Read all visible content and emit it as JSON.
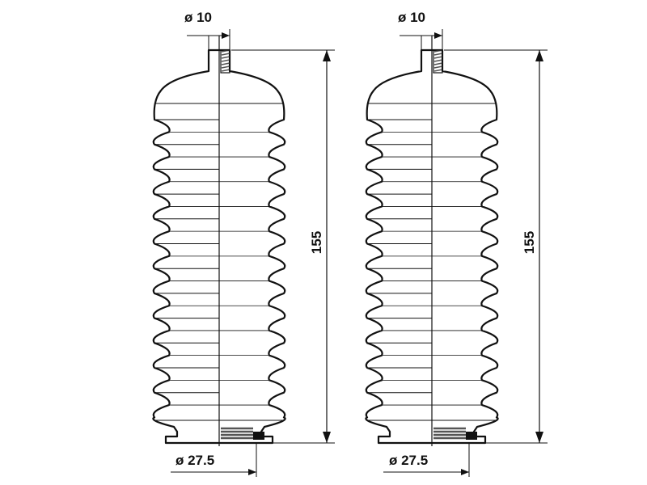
{
  "drawings": [
    {
      "top_diameter_label": "ø 10",
      "length_label": "155",
      "bottom_diameter_label": "ø 27.5"
    },
    {
      "top_diameter_label": "ø 10",
      "length_label": "155",
      "bottom_diameter_label": "ø 27.5"
    }
  ],
  "colors": {
    "line": "#111111",
    "fill": "#ffffff",
    "hatch": "#555555"
  }
}
